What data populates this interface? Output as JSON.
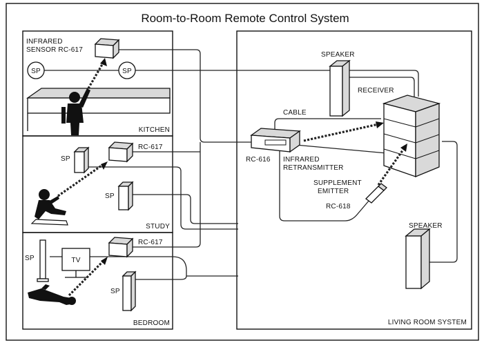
{
  "title": "Room-to-Room Remote Control System",
  "rooms": {
    "kitchen": {
      "name": "KITCHEN",
      "sensor_label_line1": "INFRARED",
      "sensor_label_line2": "SENSOR RC-617",
      "speaker_left": "SP",
      "speaker_right": "SP"
    },
    "study": {
      "name": "STUDY",
      "sensor_label": "RC-617",
      "speaker_top": "SP",
      "speaker_bottom": "SP"
    },
    "bedroom": {
      "name": "BEDROOM",
      "sensor_label": "RC-617",
      "speaker_left": "SP",
      "tv": "TV",
      "speaker_right": "SP"
    },
    "living": {
      "name": "LIVING ROOM SYSTEM",
      "speaker_top": "SPEAKER",
      "receiver": "RECEIVER",
      "cable": "CABLE",
      "retransmitter_model": "RC-616",
      "retransmitter_line1": "INFRARED",
      "retransmitter_line2": "RETRANSMITTER",
      "emitter_line1": "SUPPLEMENT",
      "emitter_line2": "EMITTER",
      "emitter_model": "RC-618",
      "speaker_bottom": "SPEAKER"
    }
  }
}
